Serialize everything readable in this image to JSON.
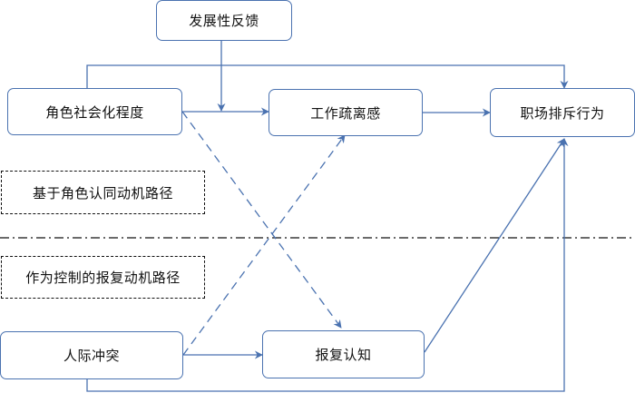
{
  "nodes": {
    "feedback": "发展性反馈",
    "socialization": "角色社会化程度",
    "alienation": "工作疏离感",
    "exclusion": "职场排斥行为",
    "conflict": "人际冲突",
    "retaliation": "报复认知",
    "identity_path": "基于角色认同动机路径",
    "control_path": "作为控制的报复动机路径"
  },
  "colors": {
    "line": "#4a72b0",
    "divider": "#111111"
  }
}
